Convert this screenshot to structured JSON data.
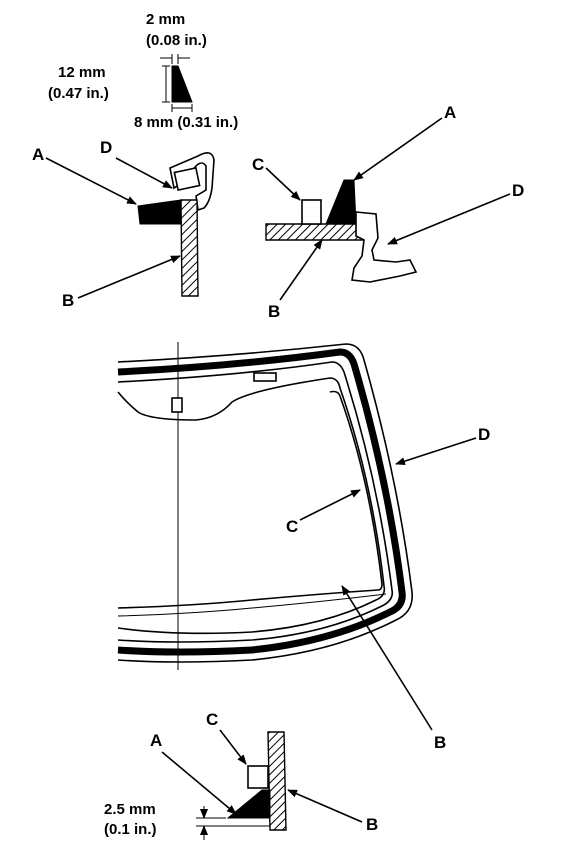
{
  "dimensions": {
    "top_width_mm": "2 mm",
    "top_width_in": "(0.08 in.)",
    "height_mm": "12 mm",
    "height_in": "(0.47 in.)",
    "base_width": "8 mm (0.31 in.)",
    "gap_mm": "2.5 mm",
    "gap_in": "(0.1 in.)"
  },
  "labels": {
    "A": "A",
    "B": "B",
    "C": "C",
    "D": "D"
  }
}
